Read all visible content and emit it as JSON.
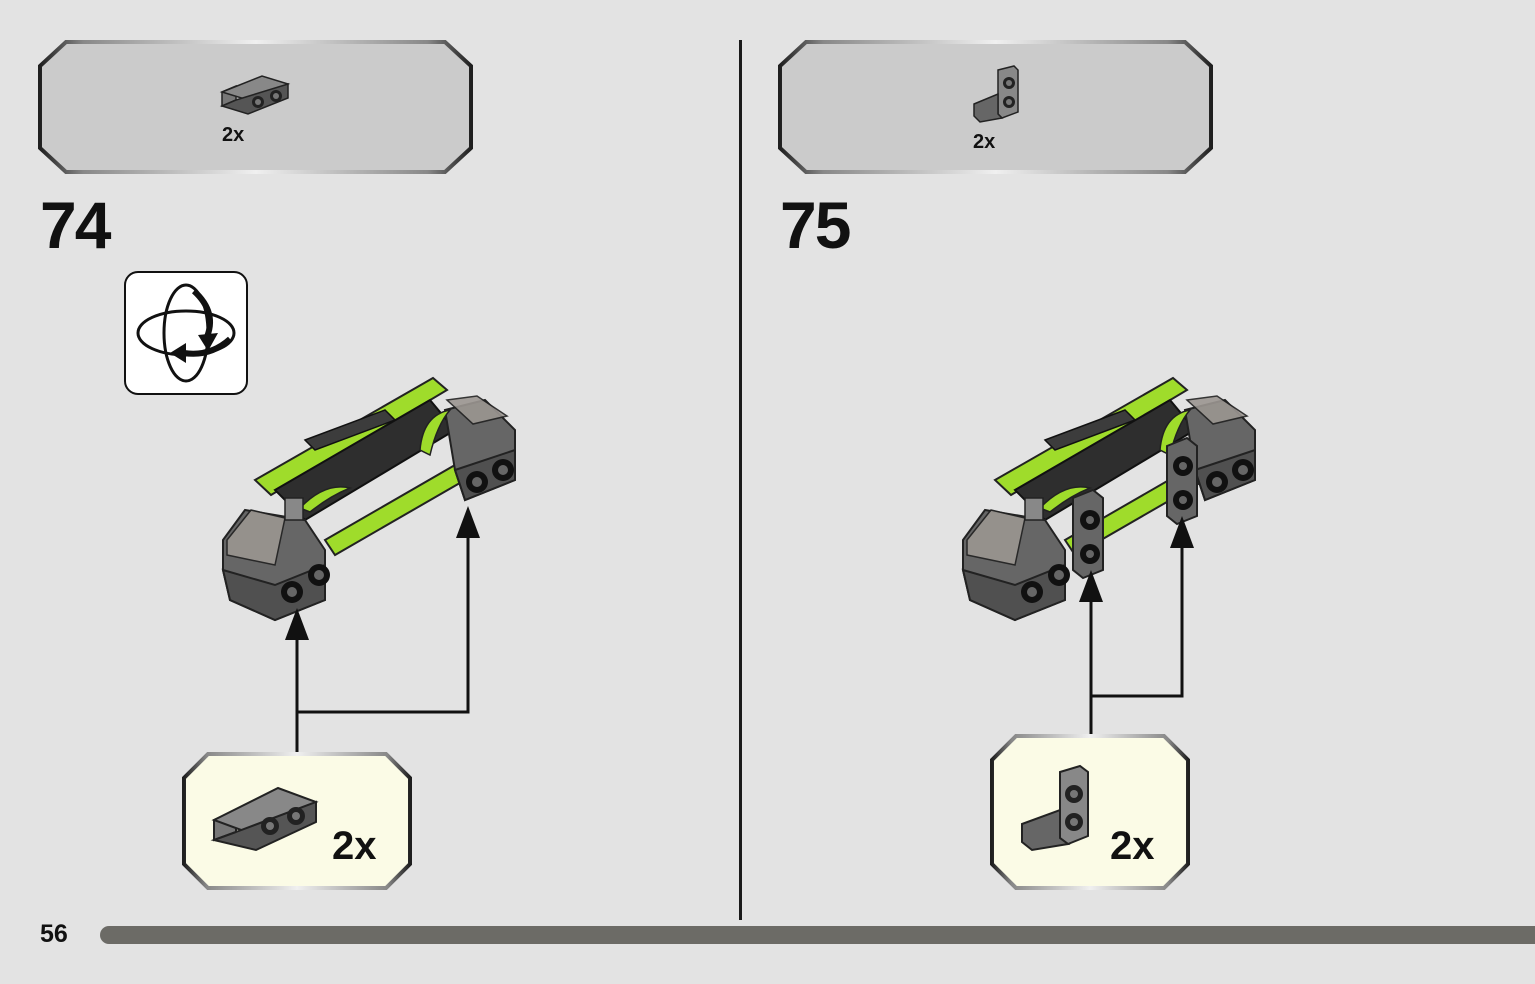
{
  "page": {
    "number": "56"
  },
  "steps": [
    {
      "number": "74",
      "parts_qty": "2x",
      "callout_qty": "2x",
      "part_icon": "bracket-plate-icon",
      "has_rotate_icon": true
    },
    {
      "number": "75",
      "parts_qty": "2x",
      "callout_qty": "2x",
      "part_icon": "angle-bracket-icon",
      "has_rotate_icon": false
    }
  ],
  "colors": {
    "background": "#e3e3e3",
    "parts_panel": "#cbcbcb",
    "callout_panel": "#fbfbe6",
    "lime_accent": "#9fdc2b",
    "dark_grey_brick": "#5b5b5b",
    "progress_bar": "#6c6b66"
  }
}
